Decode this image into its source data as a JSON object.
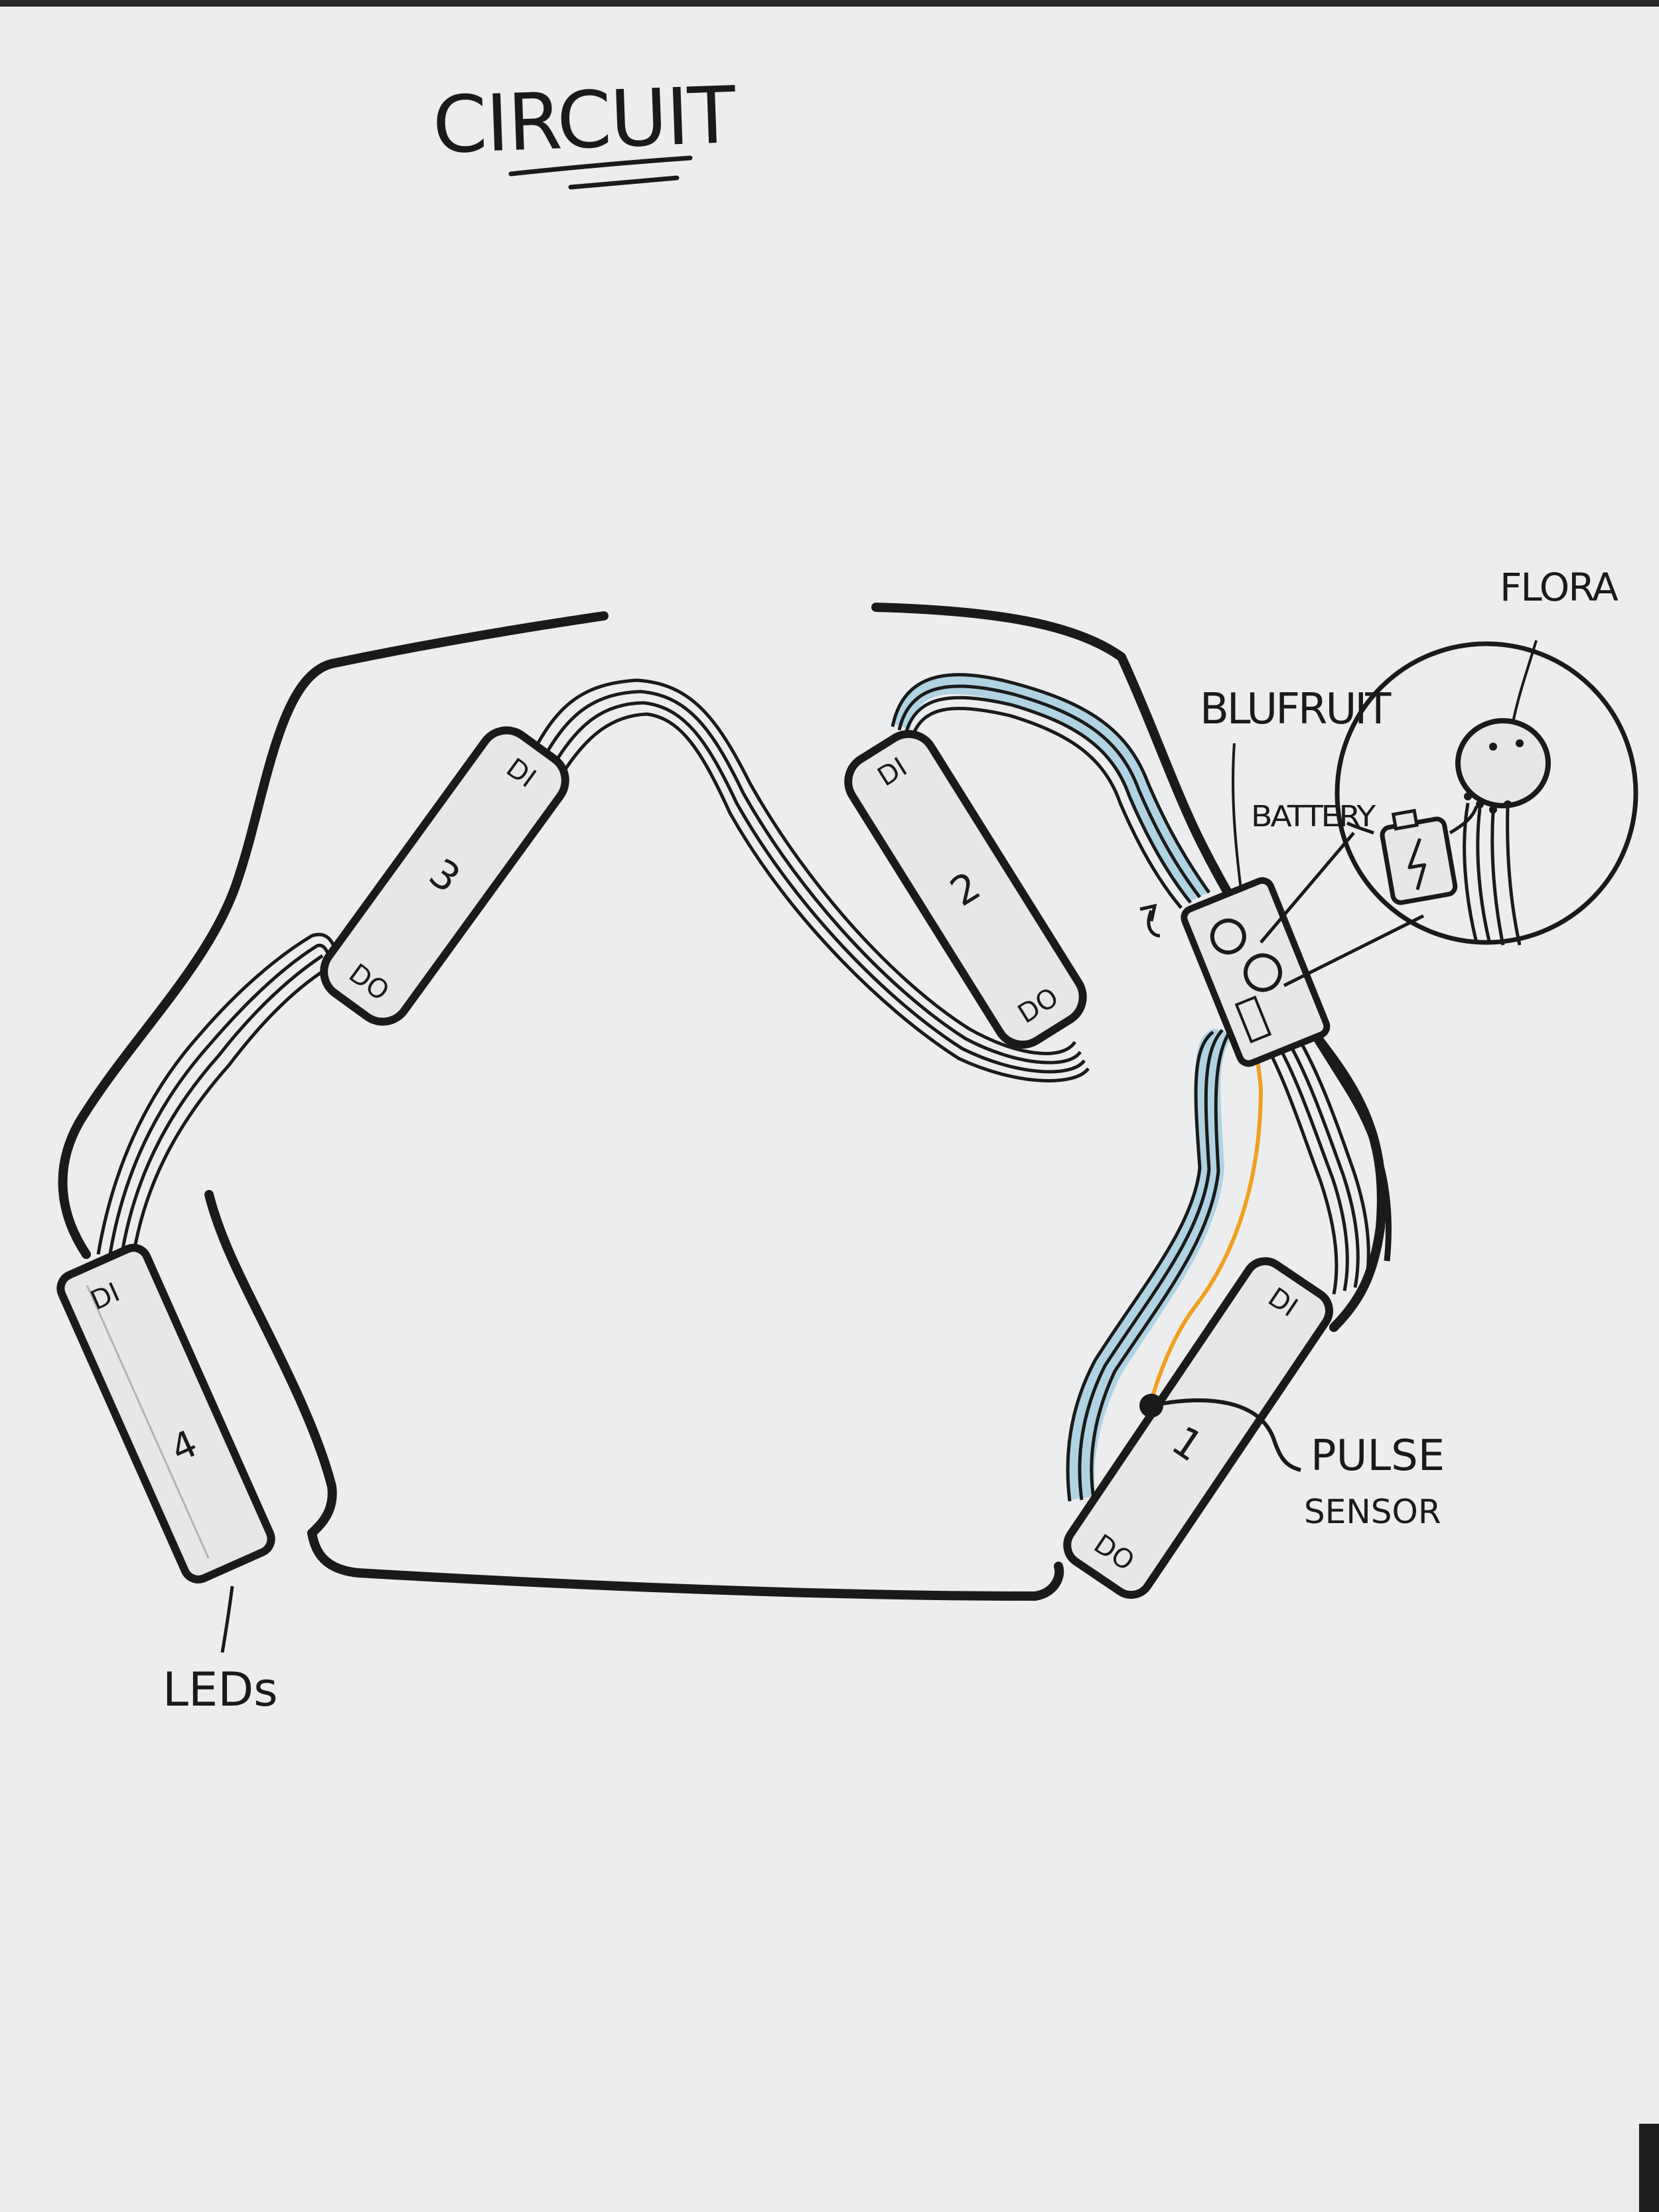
{
  "title": "CIRCUIT",
  "colors": {
    "paper": "#ecedee",
    "ink": "#1a1a1a",
    "wire_blue": "#a9cfe0",
    "wire_orange": "#f0a020"
  },
  "strips": [
    {
      "number": "1",
      "input": "DI",
      "output": "DO"
    },
    {
      "number": "2",
      "input": "DI",
      "output": "DO"
    },
    {
      "number": "3",
      "input": "DI",
      "output": "DO"
    },
    {
      "number": "4",
      "input": "DI"
    }
  ],
  "labels": {
    "leds": "LEDs",
    "pulse_sensor_line1": "PULSE",
    "pulse_sensor_line2": "SENSOR",
    "bluefruit": "BLUFRUIT",
    "battery": "BATTERY",
    "flora": "FLORA"
  }
}
